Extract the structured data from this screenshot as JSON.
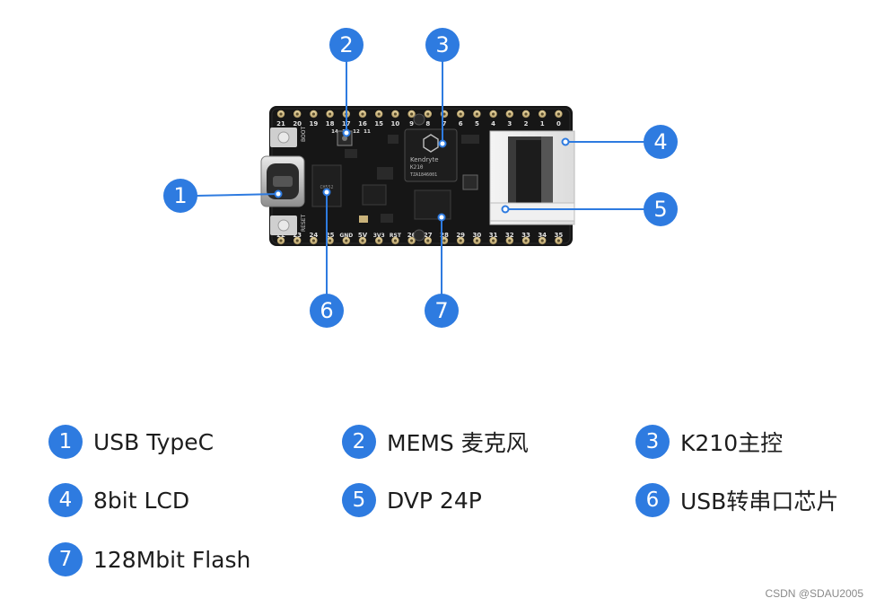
{
  "board": {
    "top_pin_labels": [
      "21",
      "20",
      "19",
      "18",
      "17",
      "16",
      "15",
      "10",
      "9",
      "8",
      "7",
      "6",
      "5",
      "4",
      "3",
      "2",
      "1",
      "0"
    ],
    "top_inner_labels": [
      "14",
      "13",
      "12",
      "11"
    ],
    "bottom_pin_labels": [
      "22",
      "23",
      "24",
      "25",
      "GND",
      "5V",
      "3V3",
      "RST",
      "26",
      "27",
      "28",
      "29",
      "30",
      "31",
      "32",
      "33",
      "34",
      "35"
    ],
    "chip_text": [
      "Kendryte",
      "K210",
      "TZA1846001"
    ],
    "side_labels": [
      "BOOT",
      "RESET"
    ]
  },
  "callouts": [
    "1",
    "2",
    "3",
    "4",
    "5",
    "6",
    "7"
  ],
  "legend": [
    {
      "num": "1",
      "label": "USB TypeC"
    },
    {
      "num": "2",
      "label": "MEMS 麦克风"
    },
    {
      "num": "3",
      "label": "K210主控"
    },
    {
      "num": "4",
      "label": "8bit LCD"
    },
    {
      "num": "5",
      "label": "DVP 24P"
    },
    {
      "num": "6",
      "label": "USB转串口芯片"
    },
    {
      "num": "7",
      "label": "128Mbit Flash"
    }
  ],
  "watermark": "CSDN @SDAU2005",
  "colors": {
    "accent": "#2e7be0",
    "board": "#161616",
    "text": "#1d1d1d"
  }
}
